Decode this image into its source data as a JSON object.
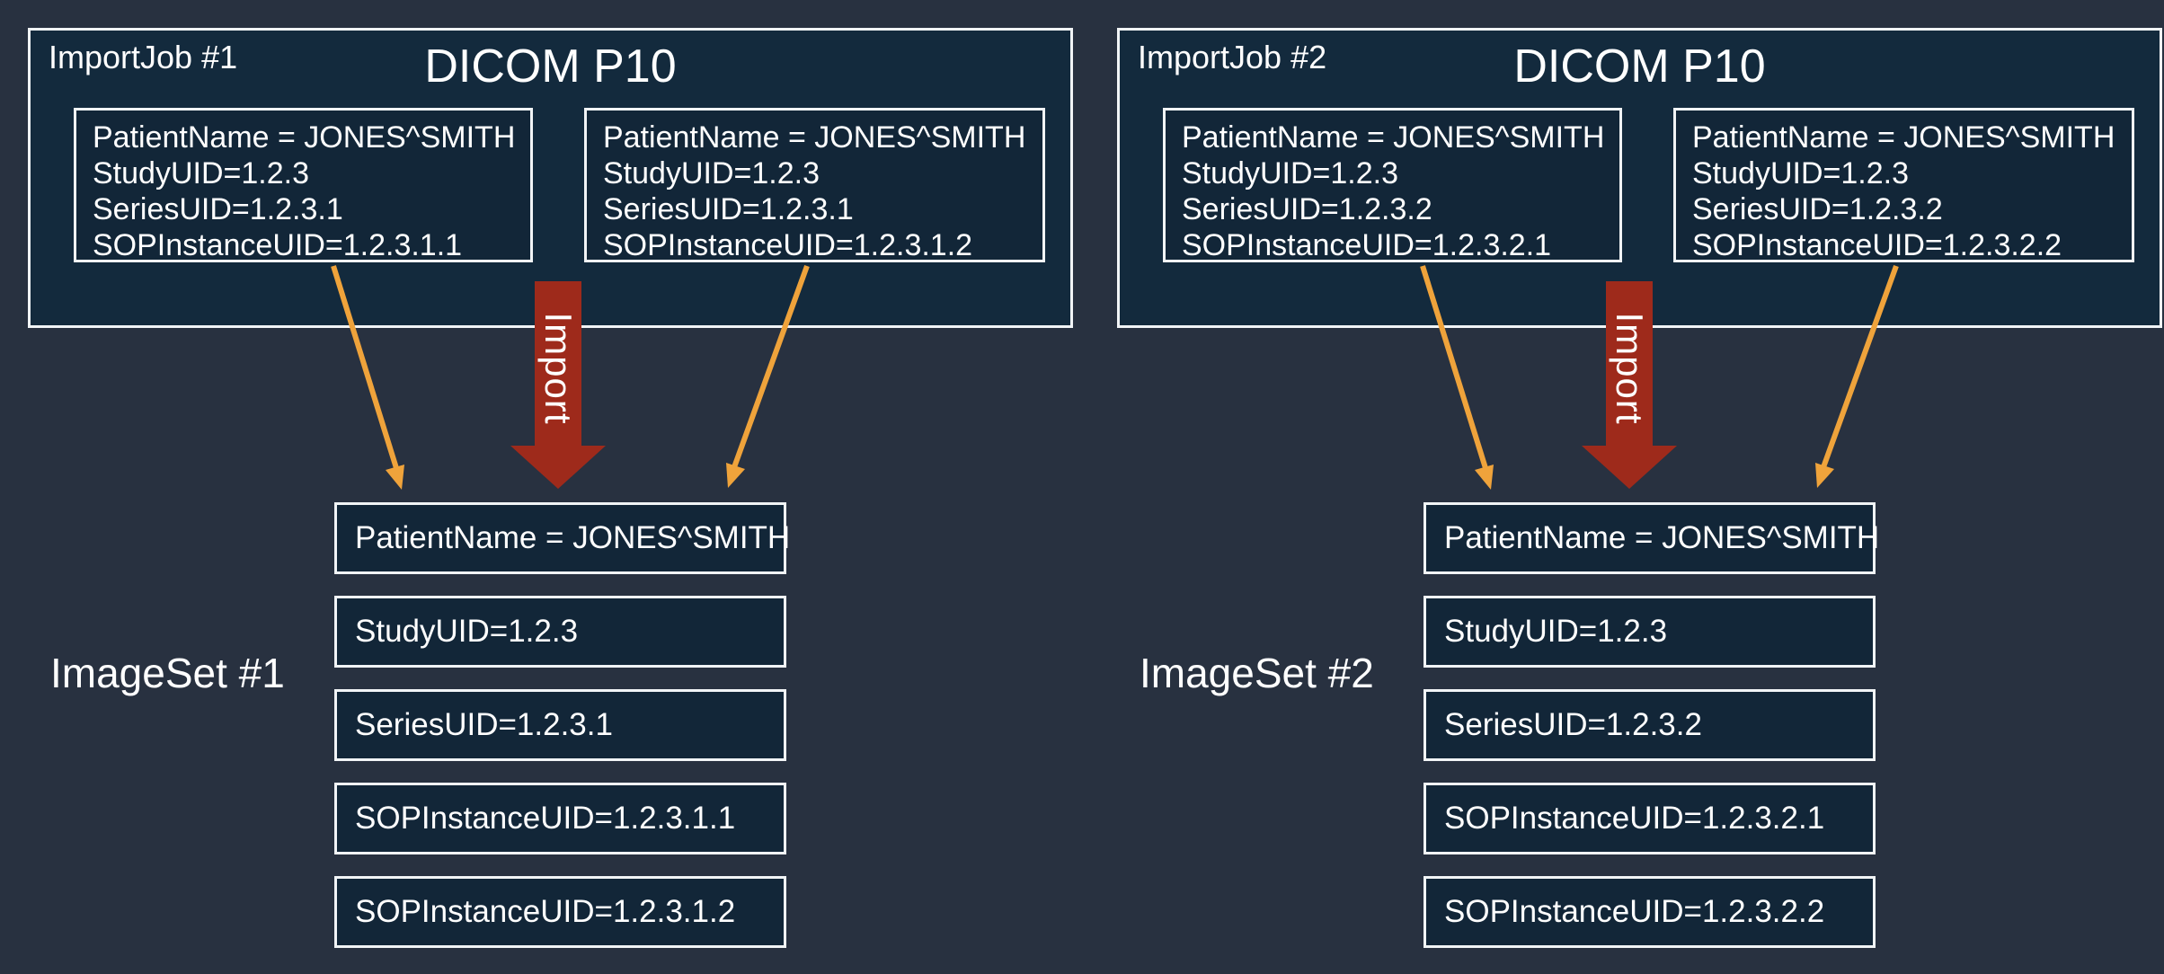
{
  "slide": {
    "background_color": "#283140",
    "box_fill_color": "#132A3D",
    "inner_box_fill_color": "#122638",
    "box_border_color": "#F1F4F6",
    "text_color": "#FFFFFF"
  },
  "colors": {
    "arrow_orange": "#EFA33B",
    "arrow_red": "#9E2A1B"
  },
  "import_label": "Import",
  "jobs": [
    {
      "label": "ImportJob #1",
      "title": "DICOM P10",
      "sources": [
        {
          "lines": [
            "PatientName = JONES^SMITH",
            "StudyUID=1.2.3",
            "SeriesUID=1.2.3.1",
            "SOPInstanceUID=1.2.3.1.1"
          ]
        },
        {
          "lines": [
            "PatientName = JONES^SMITH",
            "StudyUID=1.2.3",
            "SeriesUID=1.2.3.1",
            "SOPInstanceUID=1.2.3.1.2"
          ]
        }
      ],
      "imageset": {
        "label": "ImageSet #1",
        "boxes": [
          "PatientName = JONES^SMITH",
          "StudyUID=1.2.3",
          "SeriesUID=1.2.3.1",
          "SOPInstanceUID=1.2.3.1.1",
          "SOPInstanceUID=1.2.3.1.2"
        ]
      }
    },
    {
      "label": "ImportJob #2",
      "title": "DICOM P10",
      "sources": [
        {
          "lines": [
            "PatientName = JONES^SMITH",
            "StudyUID=1.2.3",
            "SeriesUID=1.2.3.2",
            "SOPInstanceUID=1.2.3.2.1"
          ]
        },
        {
          "lines": [
            "PatientName = JONES^SMITH",
            "StudyUID=1.2.3",
            "SeriesUID=1.2.3.2",
            "SOPInstanceUID=1.2.3.2.2"
          ]
        }
      ],
      "imageset": {
        "label": "ImageSet #2",
        "boxes": [
          "PatientName = JONES^SMITH",
          "StudyUID=1.2.3",
          "SeriesUID=1.2.3.2",
          "SOPInstanceUID=1.2.3.2.1",
          "SOPInstanceUID=1.2.3.2.2"
        ]
      }
    }
  ]
}
